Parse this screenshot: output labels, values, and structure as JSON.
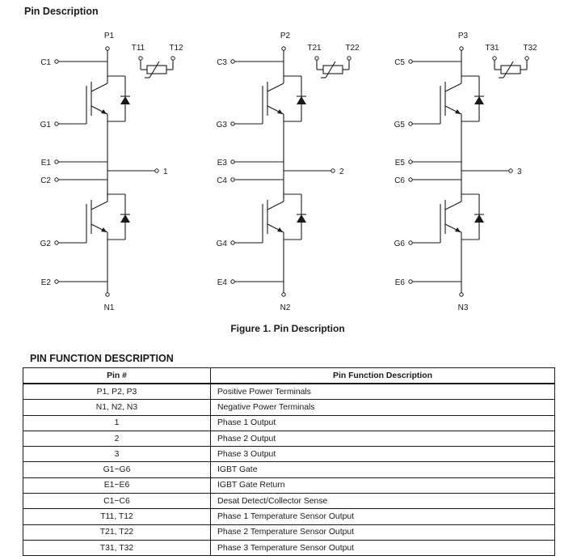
{
  "section_title": "Pin Description",
  "figure": {
    "caption": "Figure 1. Pin Description",
    "phases": [
      {
        "top": "P1",
        "bottom": "N1",
        "output": "1",
        "c_hi": "C1",
        "g_hi": "G1",
        "e_hi": "E1",
        "c_lo": "C2",
        "g_lo": "G2",
        "e_lo": "E2",
        "ta": "T11",
        "tb": "T12"
      },
      {
        "top": "P2",
        "bottom": "N2",
        "output": "2",
        "c_hi": "C3",
        "g_hi": "G3",
        "e_hi": "E3",
        "c_lo": "C4",
        "g_lo": "G4",
        "e_lo": "E4",
        "ta": "T21",
        "tb": "T22"
      },
      {
        "top": "P3",
        "bottom": "N3",
        "output": "3",
        "c_hi": "C5",
        "g_hi": "G5",
        "e_hi": "E5",
        "c_lo": "C6",
        "g_lo": "G6",
        "e_lo": "E6",
        "ta": "T31",
        "tb": "T32"
      }
    ]
  },
  "pin_table": {
    "title": "PIN FUNCTION DESCRIPTION",
    "headers": [
      "Pin #",
      "Pin Function Description"
    ],
    "rows": [
      [
        "P1, P2, P3",
        "Positive Power Terminals"
      ],
      [
        "N1, N2, N3",
        "Negative Power Terminals"
      ],
      [
        "1",
        "Phase 1 Output"
      ],
      [
        "2",
        "Phase 2 Output"
      ],
      [
        "3",
        "Phase 3 Output"
      ],
      [
        "G1−G6",
        "IGBT Gate"
      ],
      [
        "E1−E6",
        "IGBT Gate Return"
      ],
      [
        "C1−C6",
        "Desat Detect/Collector Sense"
      ],
      [
        "T11, T12",
        "Phase 1 Temperature Sensor Output"
      ],
      [
        "T21, T22",
        "Phase 2 Temperature Sensor Output"
      ],
      [
        "T31, T32",
        "Phase 3 Temperature Sensor Output"
      ]
    ]
  }
}
